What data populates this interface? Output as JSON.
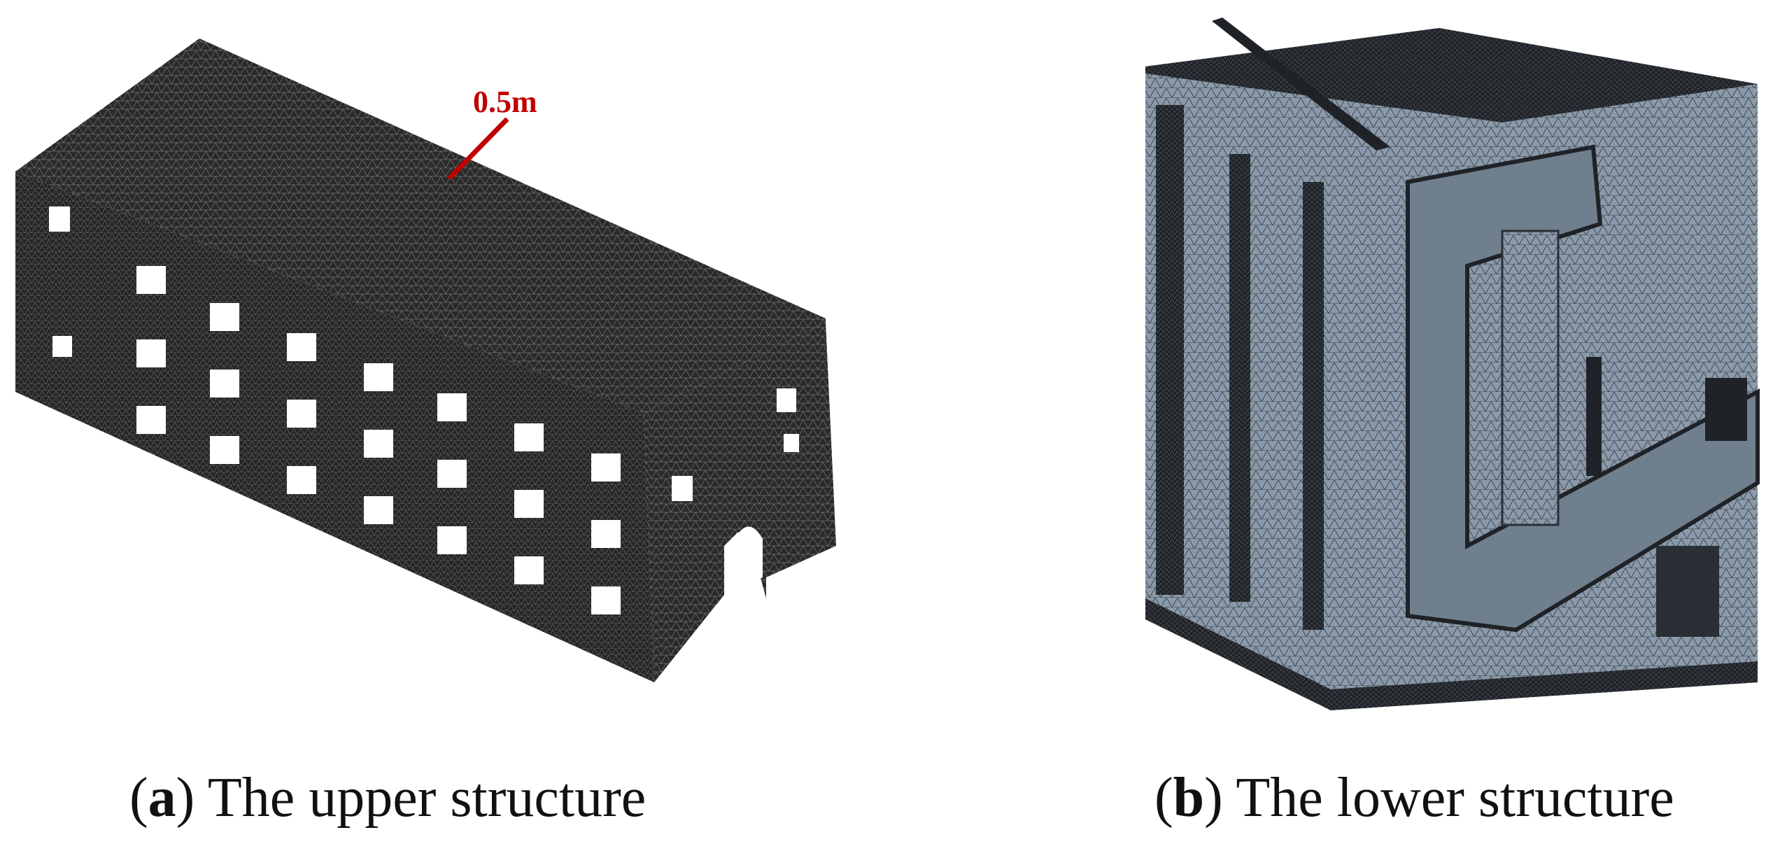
{
  "figure": {
    "panel_a": {
      "letter": "a",
      "caption_text": "The upper structure",
      "annotation": "0.5m",
      "colors": {
        "mesh": "#2a2a2a",
        "mesh_line": "#6f6f6f",
        "annotation": "#c00000"
      }
    },
    "panel_b": {
      "letter": "b",
      "caption_text": "The lower structure",
      "colors": {
        "mesh_face": "#8a9aaa",
        "mesh_dark": "#1f2226",
        "mesh_line": "#3b4148"
      }
    }
  }
}
